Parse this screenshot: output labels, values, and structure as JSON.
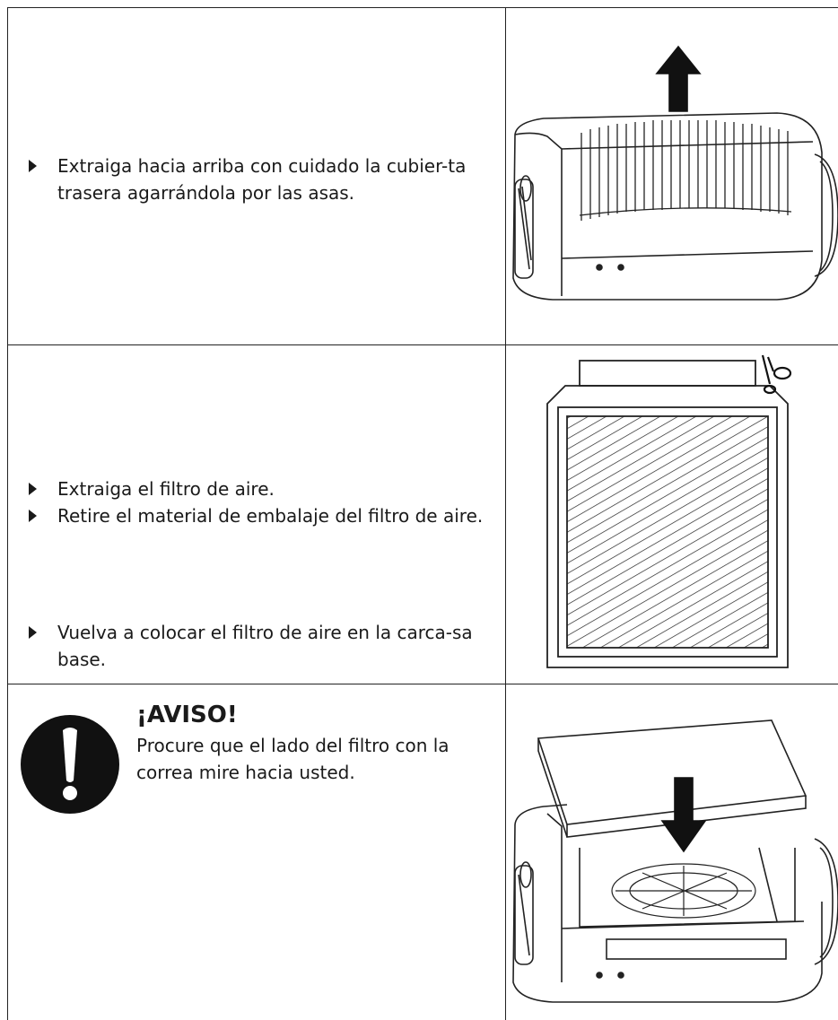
{
  "steps": [
    {
      "bullets": [
        "Extraiga hacia arriba con cuidado la cubier-ta trasera agarrándola por las asas."
      ]
    },
    {
      "bullets": [
        "Extraiga el filtro de aire.",
        "Retire el material de embalaje del filtro de aire."
      ]
    },
    {
      "bullets": [
        "Vuelva a colocar el filtro de aire en la carca-sa base."
      ]
    }
  ],
  "notice": {
    "title": "¡AVISO!",
    "body": "Procure que el lado del filtro con la correa mire hacia usted."
  },
  "icons": {
    "bullet": "triangle-bullet-icon",
    "notice": "exclamation-warning-icon",
    "scissors": "scissors-icon"
  }
}
